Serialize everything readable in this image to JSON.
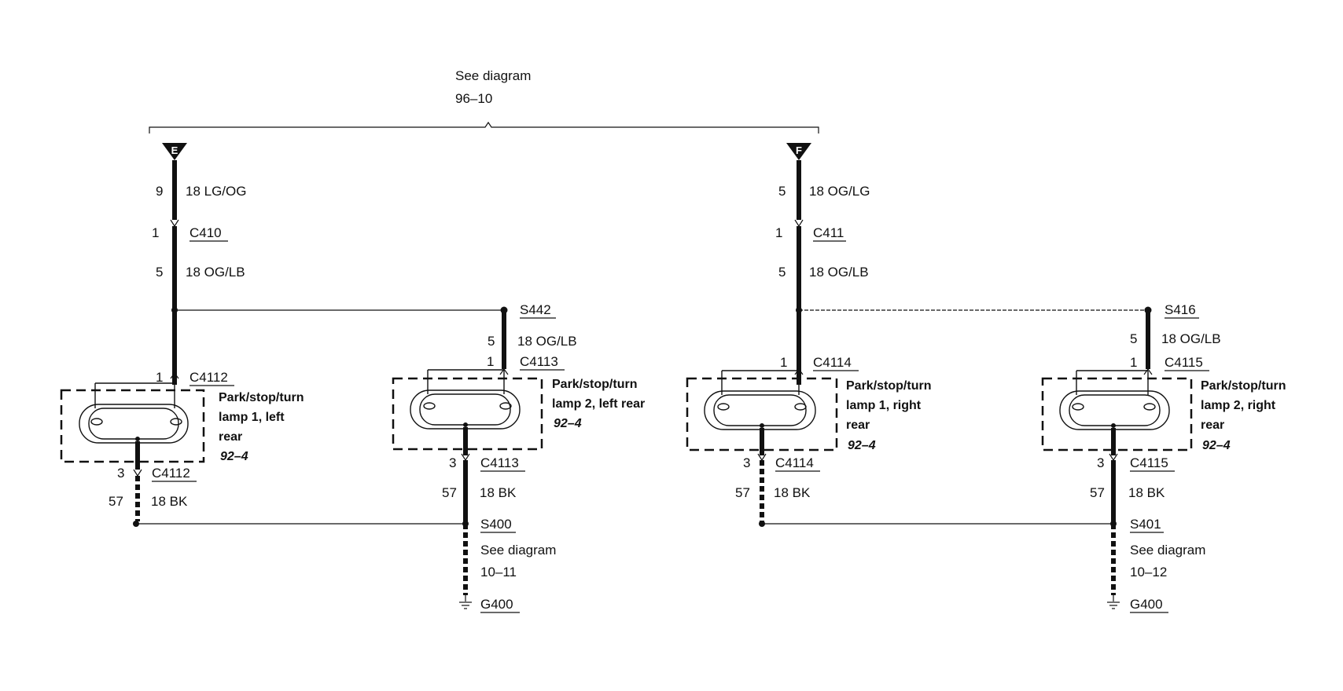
{
  "header": {
    "see": "See diagram",
    "ref": "96–10"
  },
  "connectors_top": {
    "e": "E",
    "f": "F"
  },
  "left": {
    "pin_e": "9",
    "wire_e": "18 LG/OG",
    "c410_pin": "1",
    "c410": "C410",
    "c410_pin2": "5",
    "wire_c410": "18 OG/LB",
    "s442": "S442",
    "s442_pin": "5",
    "wire_s442": "18 OG/LB",
    "lamp1": {
      "in_pin": "1",
      "in_conn": "C4112",
      "title": [
        "Park/stop/turn",
        "lamp 1, left",
        "rear"
      ],
      "ref": "92–4",
      "out_pin": "3",
      "out_conn": "C4112",
      "gnd_pin": "57",
      "gnd_wire": "18 BK"
    },
    "lamp2": {
      "in_pin": "1",
      "in_conn": "C4113",
      "title": [
        "Park/stop/turn",
        "lamp 2, left rear"
      ],
      "ref": "92–4",
      "out_pin": "3",
      "out_conn": "C4113",
      "gnd_pin": "57",
      "gnd_wire": "18 BK"
    },
    "splice": "S400",
    "see": "See diagram",
    "see_ref": "10–11",
    "ground": "G400"
  },
  "right": {
    "pin_f": "5",
    "wire_f": "18 OG/LG",
    "c411_pin": "1",
    "c411": "C411",
    "c411_pin2": "5",
    "wire_c411": "18 OG/LB",
    "s416": "S416",
    "s416_pin": "5",
    "wire_s416": "18 OG/LB",
    "lamp1": {
      "in_pin": "1",
      "in_conn": "C4114",
      "title": [
        "Park/stop/turn",
        "lamp 1, right",
        "rear"
      ],
      "ref": "92–4",
      "out_pin": "3",
      "out_conn": "C4114",
      "gnd_pin": "57",
      "gnd_wire": "18 BK"
    },
    "lamp2": {
      "in_pin": "1",
      "in_conn": "C4115",
      "title": [
        "Park/stop/turn",
        "lamp 2, right",
        "rear"
      ],
      "ref": "92–4",
      "out_pin": "3",
      "out_conn": "C4115",
      "gnd_pin": "57",
      "gnd_wire": "18 BK"
    },
    "splice": "S401",
    "see": "See diagram",
    "see_ref": "10–12",
    "ground": "G400"
  }
}
